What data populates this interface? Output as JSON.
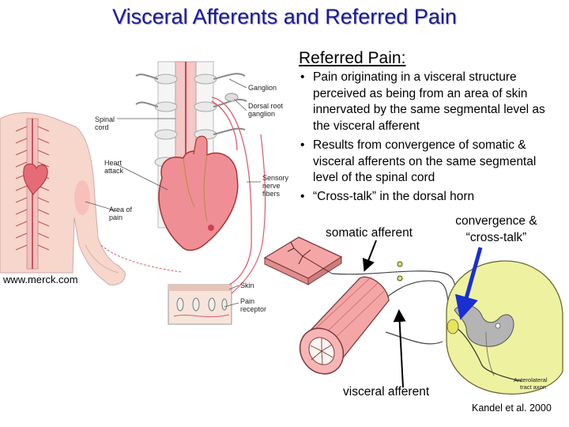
{
  "title": "Visceral Afferents and Referred Pain",
  "referred_pain": {
    "heading": "Referred Pain:",
    "bullet_marker": "•",
    "bullets": [
      "Pain originating in a visceral structure perceived as being from an area of skin innervated by the same segmental level as the visceral afferent",
      "Results from convergence of somatic & visceral afferents on the same segmental level of the spinal cord",
      "“Cross-talk” in the dorsal horn"
    ]
  },
  "left_figure": {
    "labels": {
      "ganglion": "Ganglion",
      "dorsal_root_1": "Dorsal root",
      "dorsal_root_2": "ganglion",
      "spinal_1": "Spinal",
      "spinal_2": "cord",
      "heart_1": "Heart",
      "heart_2": "attack",
      "sensory_1": "Sensory",
      "sensory_2": "nerve",
      "sensory_3": "fibers",
      "area_1": "Area of",
      "area_2": "pain",
      "skin": "Skin",
      "pain_receptor_1": "Pain",
      "pain_receptor_2": "receptor"
    },
    "credit": "www.merck.com"
  },
  "right_figure": {
    "somatic_label": "somatic afferent",
    "convergence_1": "convergence &",
    "convergence_2": "“cross-talk”",
    "visceral_label": "visceral afferent",
    "anterolateral_1": "Anterolateral",
    "anterolateral_2": "tract axon",
    "credit": "Kandel et al. 2000"
  },
  "colors": {
    "title": "#1a1a9c",
    "skin_tissue": "#f4a6a6",
    "heart": "#ef8f95",
    "spinal_cord": "#eef2a0",
    "nerve": "#e05a6a",
    "arrow": "#1a2fd0"
  }
}
